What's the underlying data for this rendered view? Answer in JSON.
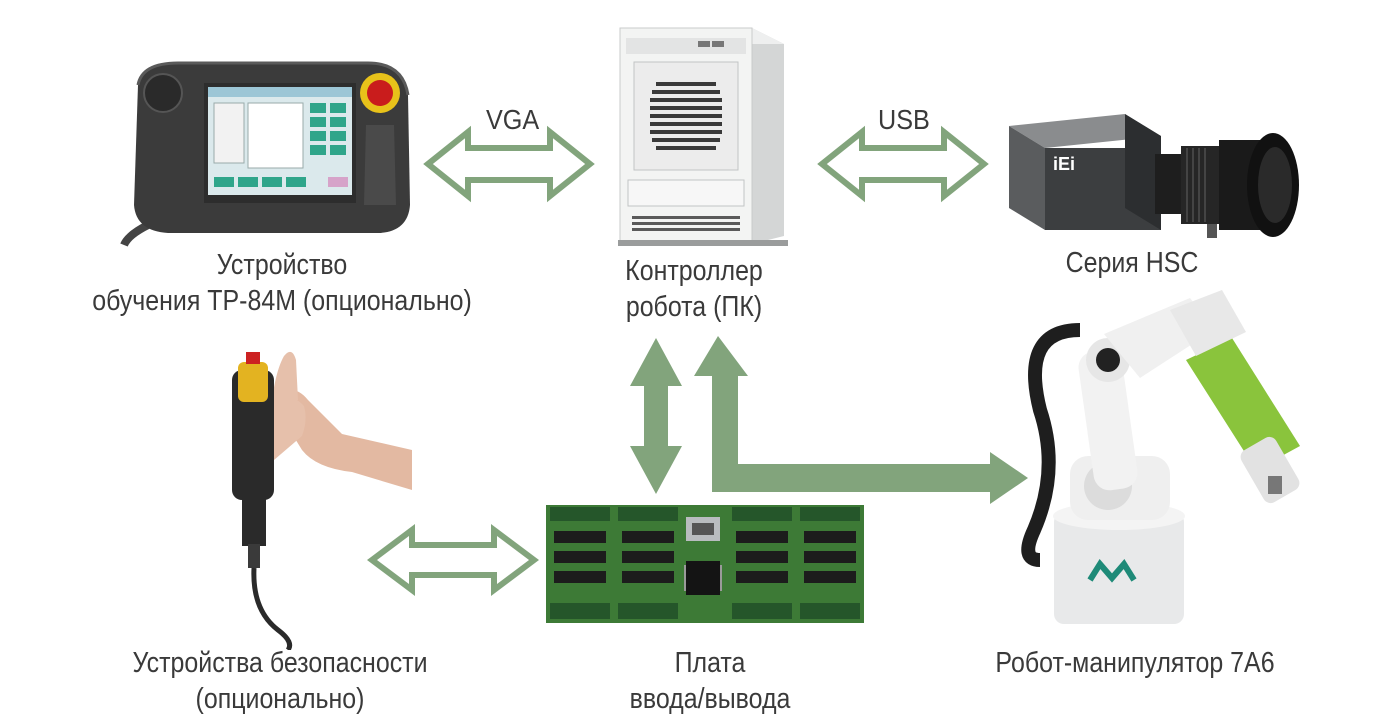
{
  "colors": {
    "arrow": "#82a47c",
    "arrow_outline_fill": "#ffffff",
    "text": "#3a3a3a"
  },
  "nodes": {
    "teach_pendant": {
      "icon": "teach-pendant-icon",
      "label_line1": "Устройство",
      "label_line2": "обучения TP-84M (опционально)"
    },
    "controller": {
      "icon": "pc-tower-icon",
      "label_line1": "Контроллер",
      "label_line2": "робота (ПК)"
    },
    "camera": {
      "icon": "industrial-camera-icon",
      "brand": "iEi",
      "label_line1": "Серия HSC"
    },
    "safety": {
      "icon": "enable-switch-icon",
      "label_line1": "Устройства безопасности",
      "label_line2": "(опционально)"
    },
    "io_board": {
      "icon": "io-board-icon",
      "label_line1": "Плата",
      "label_line2": "ввода/вывода"
    },
    "robot": {
      "icon": "robot-arm-icon",
      "label_line1": "Робот-манипулятор 7A6"
    }
  },
  "links": {
    "pendant_controller": "VGA",
    "controller_camera": "USB"
  }
}
